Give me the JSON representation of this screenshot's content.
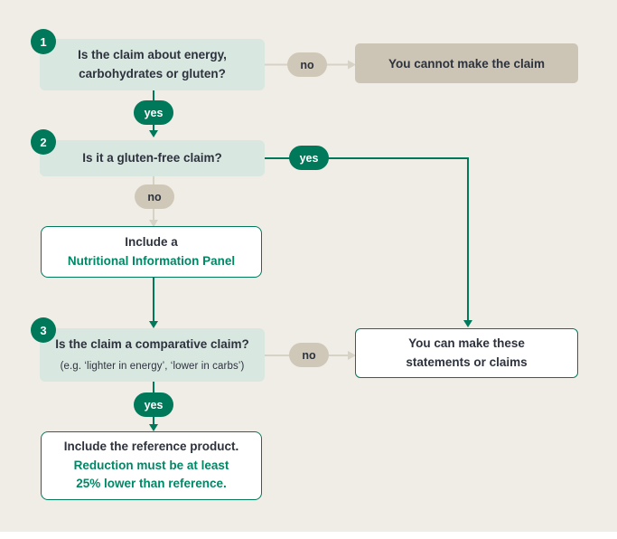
{
  "palette": {
    "background": "#f0ece6",
    "question_box_fill": "#d9e7e1",
    "green": "#00795a",
    "green_text": "#008766",
    "tan": "#ccc5b5",
    "dark_text": "#2d323d",
    "gray_connector": "#d7d2c6"
  },
  "steps": [
    {
      "number": "1",
      "question": "Is the claim about energy,\ncarbohydrates or gluten?"
    },
    {
      "number": "2",
      "question": "Is it a gluten-free claim?"
    },
    {
      "number": "3",
      "question": "Is the claim a comparative claim?",
      "example": "(e.g. ‘lighter in energy’, ‘lower in carbs’)"
    }
  ],
  "connector_labels": {
    "yes": "yes",
    "no": "no"
  },
  "outcomes": {
    "cannot_make_claim": "You cannot make the claim",
    "nutrition_panel": {
      "intro": "Include a",
      "highlight": "Nutritional Information Panel"
    },
    "can_make_claims": "You can make these\nstatements or claims",
    "reference_product": {
      "intro": "Include the reference product.",
      "highlight": "Reduction must be at least\n25% lower than reference."
    }
  }
}
